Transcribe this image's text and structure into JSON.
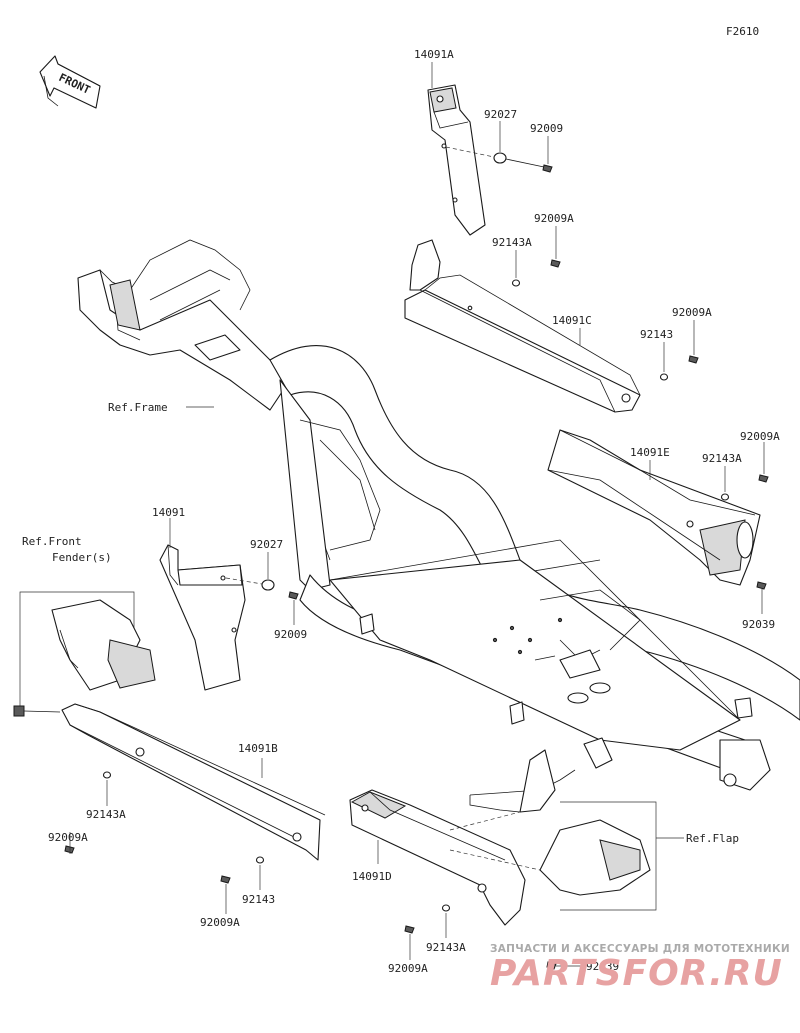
{
  "figure_code": "F2610",
  "front_arrow_label": "FRONT",
  "labels": {
    "p14091A": "14091A",
    "p92027_top": "92027",
    "p92009_top": "92009",
    "p92009A_a": "92009A",
    "p92143A_a": "92143A",
    "p14091C": "14091C",
    "p92143_b": "92143",
    "p92009A_b": "92009A",
    "ref_frame": "Ref.Frame",
    "p14091E": "14091E",
    "p92009A_c": "92009A",
    "p92143A_c": "92143A",
    "p92039_right": "92039",
    "p14091": "14091",
    "p92027_mid": "92027",
    "p92009_mid": "92009",
    "ref_front_fender_1": "Ref.Front",
    "ref_front_fender_2": "Fender(s)",
    "p14091B": "14091B",
    "p92143A_d": "92143A",
    "p92009A_d": "92009A",
    "p92143_e": "92143",
    "p92009A_e": "92009A",
    "p14091D": "14091D",
    "ref_flap": "Ref.Flap",
    "p92143A_f": "92143A",
    "p92009A_f": "92009A",
    "p92039_bottom": "92039"
  },
  "watermark": {
    "tagline": "ЗАПЧАСТИ И АКСЕССУАРЫ ДЛЯ МОТОТЕХНИКИ",
    "brand": "PARTSFOR.RU"
  }
}
